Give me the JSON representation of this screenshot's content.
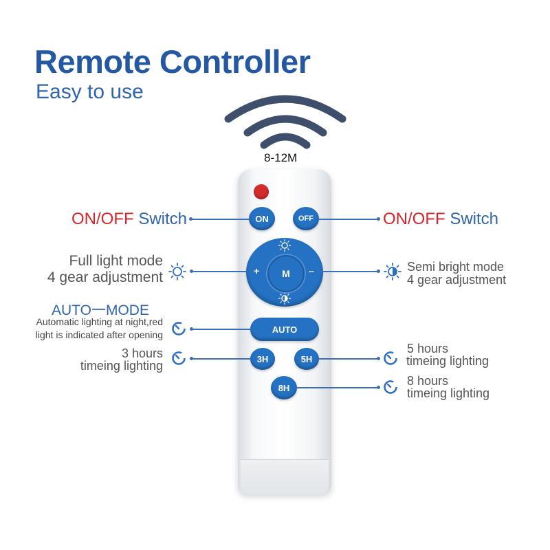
{
  "header": {
    "title": "Remote Controller",
    "subtitle": "Easy to use"
  },
  "signal": {
    "range": "8-12M"
  },
  "left": {
    "on_off_red": "ON/OFF",
    "on_off_blue": "Switch",
    "full_light_line1": "Full light mode",
    "full_light_line2": "4 gear adjustment",
    "auto_mode": "AUTO一MODE",
    "auto_desc_line1": "Automatic lighting at night,red",
    "auto_desc_line2": "light is indicated after opening",
    "three_hours_line1": "3 hours",
    "three_hours_line2": "timeing lighting"
  },
  "right": {
    "on_off_red": "ON/OFF",
    "on_off_blue": "Switch",
    "semi_line1": "Semi bright mode",
    "semi_line2": "4 gear adjustment",
    "five_hours_line1": "5 hours",
    "five_hours_line2": "timeing lighting",
    "eight_hours_line1": "8 hours",
    "eight_hours_line2": "timeing lighting"
  },
  "remote": {
    "on": "ON",
    "off": "OFF",
    "plus": "+",
    "minus": "–",
    "mode": "M",
    "auto": "AUTO",
    "h3": "3H",
    "h5": "5H",
    "h8": "8H"
  },
  "colors": {
    "title_blue": "#2458a3",
    "button_blue": "#2572c4",
    "accent_red": "#d6252a"
  }
}
